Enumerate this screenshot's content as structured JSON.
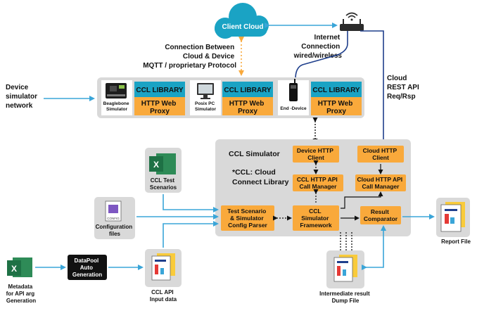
{
  "cloud": {
    "label": "Client Cloud"
  },
  "labels": {
    "connection": [
      "Connection Between",
      "Cloud & Device",
      "MQTT / proprietary Protocol"
    ],
    "internet": [
      "Internet",
      "Connection",
      "wired/wireless"
    ],
    "cloud_api": [
      "Cloud",
      "REST API",
      "Req/Rsp"
    ],
    "device_sim": [
      "Device",
      "simulator",
      "network"
    ]
  },
  "devices": [
    {
      "caption": [
        "Beaglebone",
        "Simulator"
      ],
      "lib": "CCL LIBRARY",
      "proxy": [
        "HTTP Web",
        "Proxy"
      ],
      "icon": "board-icon"
    },
    {
      "caption": [
        "Posix PC",
        "Simulator"
      ],
      "lib": "CCL LIBRARY",
      "proxy": [
        "HTTP Web",
        "Proxy"
      ],
      "icon": "monitor-icon"
    },
    {
      "caption": [
        "End -Device"
      ],
      "lib": "CCL LIBRARY",
      "proxy": [
        "HTTP Web",
        "Proxy"
      ],
      "icon": "radio-icon"
    }
  ],
  "simulator": {
    "title": "CCL Simulator",
    "note": [
      "*CCL: Cloud",
      "Connect Library"
    ],
    "device_http_client": [
      "Device HTTP",
      "Client"
    ],
    "cloud_http_client": [
      "Cloud HTTP",
      "Client"
    ],
    "ccl_api_call_manager": [
      "CCL HTTP API",
      "Call Manager"
    ],
    "cloud_api_call_manager": [
      "Cloud HTTP API",
      "Call Manager"
    ],
    "parser": [
      "Test Scenario",
      "& Simulator",
      "Config Parser"
    ],
    "framework": [
      "CCL",
      "Simulator",
      "Framework"
    ],
    "comparator": [
      "Result",
      "Comparator"
    ]
  },
  "files": {
    "test_scenarios": [
      "CCL Test",
      "Scenarios"
    ],
    "config": [
      "Configuration",
      "files"
    ],
    "config_tag": "CONFIG",
    "metadata": [
      "Metadata",
      "for API arg",
      "Generation"
    ],
    "datapool": [
      "DataPool",
      "Auto",
      "Generation"
    ],
    "input": [
      "CCL API",
      "Input data"
    ],
    "dump": [
      "Intermediate result",
      "Dump File"
    ],
    "report": "Report File"
  },
  "colors": {
    "orange": "#F9A93B",
    "teal": "#1AA3C4",
    "blue": "#3AA5D8",
    "navy": "#1F3F8C",
    "panel": "#D9D9D9",
    "excel": "#1E7145"
  }
}
